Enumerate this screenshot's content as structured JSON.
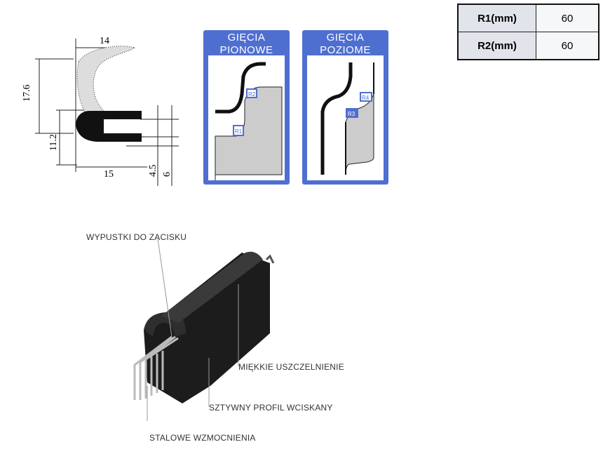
{
  "spec_table": [
    {
      "key": "R1(mm)",
      "value": "60"
    },
    {
      "key": "R2(mm)",
      "value": "60"
    }
  ],
  "drawing_dimensions": {
    "top_width": "14",
    "total_height": "17.6",
    "clip_height": "11.2",
    "bottom_width": "15",
    "gap_inner": "4.5",
    "gap_outer": "6"
  },
  "bend_panels": [
    {
      "title_line1": "GIĘCIA",
      "title_line2": "PIONOWE",
      "radii": [
        "R1",
        "R2"
      ]
    },
    {
      "title_line1": "GIĘCIA",
      "title_line2": "POZIOME",
      "radii": [
        "R3",
        "R4"
      ]
    }
  ],
  "callouts": {
    "clamp_lips": "WYPUSTKI DO ZACISKU",
    "soft_seal": "MIĘKKIE USZCZELNIENIE",
    "rigid_profile": "SZTYWNY PROFIL WCISKANY",
    "steel_reinforcement": "STALOWE WZMOCNIENIA"
  },
  "colors": {
    "panel_blue": "#4f6fd0"
  }
}
